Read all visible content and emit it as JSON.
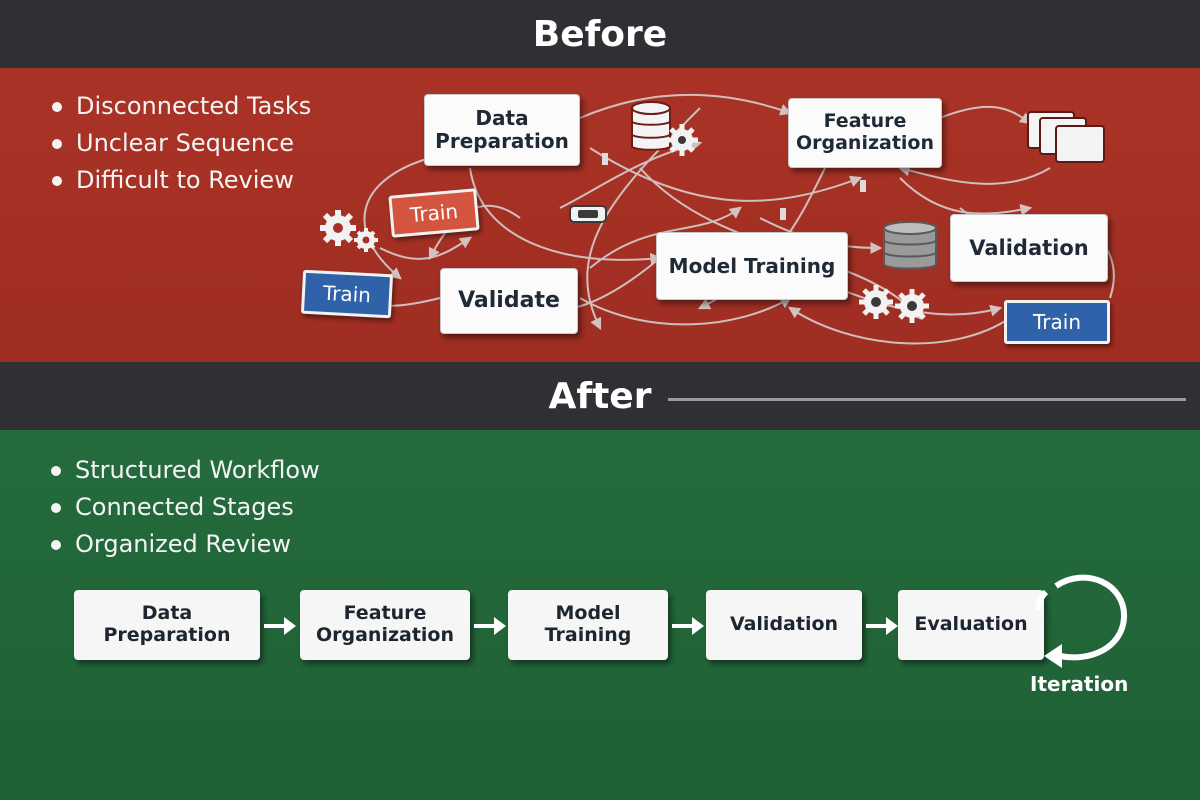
{
  "before": {
    "title": "Before",
    "bullets": [
      "Disconnected Tasks",
      "Unclear Sequence",
      "Difficult to Review"
    ],
    "boxes": {
      "data_preparation": "Data\nPreparation",
      "feature_organization": "Feature\nOrganization",
      "model_training": "Model Training",
      "validation": "Validation",
      "validate": "Validate"
    },
    "tags": {
      "train_red": "Train",
      "train_blue_left": "Train",
      "train_blue_right": "Train"
    },
    "colors": {
      "panel": "#a83125",
      "tag_blue": "#2f62a8",
      "tag_red": "#d4553f"
    }
  },
  "after": {
    "title": "After",
    "bullets": [
      "Structured Workflow",
      "Connected Stages",
      "Organized Review"
    ],
    "stages": [
      "Data\nPreparation",
      "Feature\nOrganization",
      "Model\nTraining",
      "Validation",
      "Evaluation"
    ],
    "loop_label": "Iteration",
    "colors": {
      "panel": "#236a3c"
    }
  },
  "colors": {
    "header": "#2f3033",
    "divider": "#9a9ca0"
  }
}
